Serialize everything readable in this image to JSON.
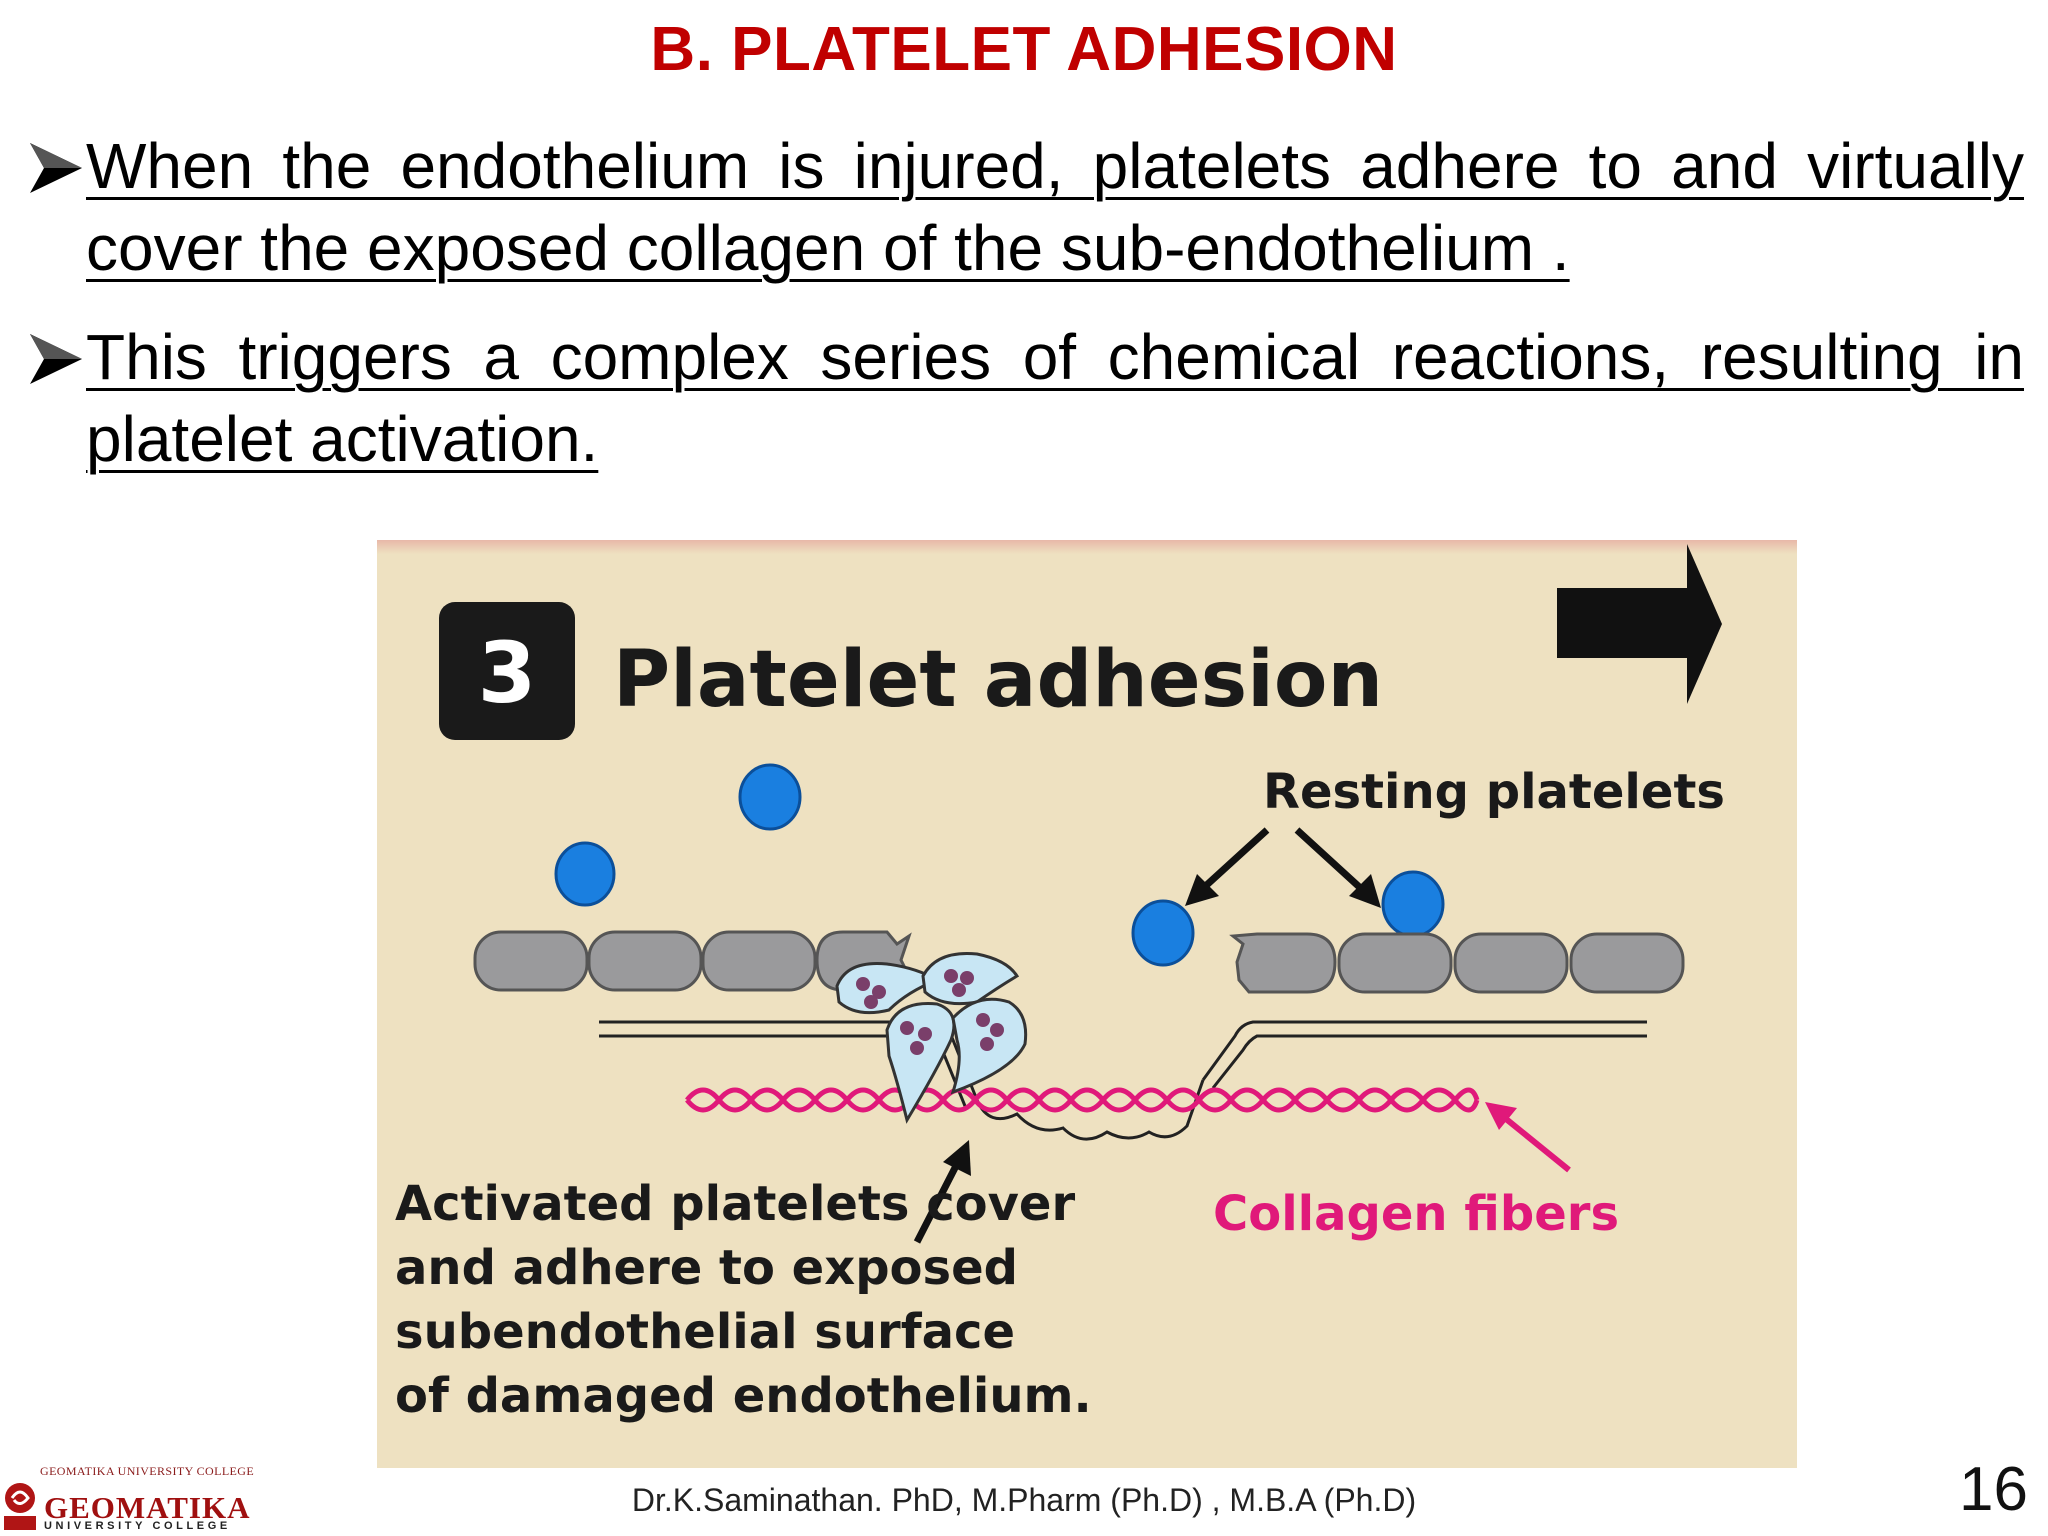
{
  "slide": {
    "title": "B. PLATELET ADHESION",
    "bullets": [
      "When the endothelium is injured, platelets adhere to and virtually cover the exposed collagen of the sub-endothelium .",
      "This triggers a complex series of chemical reactions, resulting in platelet activation."
    ],
    "footer": "Dr.K.Saminathan. PhD, M.Pharm (Ph.D) , M.B.A (Ph.D)",
    "page_number": "16"
  },
  "figure": {
    "step_number": "3",
    "heading": "Platelet adhesion",
    "label_resting": "Resting platelets",
    "label_activated": [
      "Activated platelets cover",
      "and adhere to exposed",
      "subendothelial surface",
      "of damaged endothelium."
    ],
    "label_collagen": "Collagen fibers",
    "colors": {
      "background": "#eee1c1",
      "platelet": "#1a7fe0",
      "endothelial_cell": "#9a9a9c",
      "collagen": "#e0197a",
      "activated_platelet": "#c8e6f4",
      "granule": "#7a3f6a"
    }
  },
  "logo": {
    "top_text": "GEOMATIKA UNIVERSITY COLLEGE",
    "name": "GEOMATIKA",
    "subtitle": "UNIVERSITY COLLEGE"
  }
}
